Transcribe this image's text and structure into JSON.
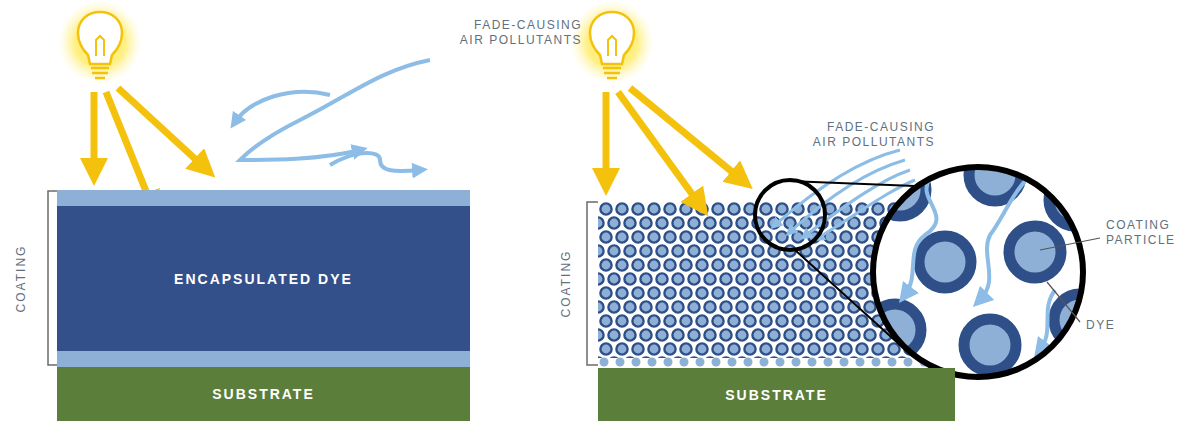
{
  "diagram": {
    "nodes": [
      {
        "text": [
          "ENCAPSULATED DYE"
        ]
      },
      {
        "text": [
          "SUBSTRATE"
        ]
      },
      {
        "text": [
          "SUBSTRATE"
        ]
      }
    ],
    "labels": [
      "FADE-CAUSING AIR POLLUTANTS",
      "COATING",
      "FADE-CAUSING AIR POLLUTANTS",
      "COATING",
      "COATING PARTICLE",
      "DYE"
    ]
  }
}
